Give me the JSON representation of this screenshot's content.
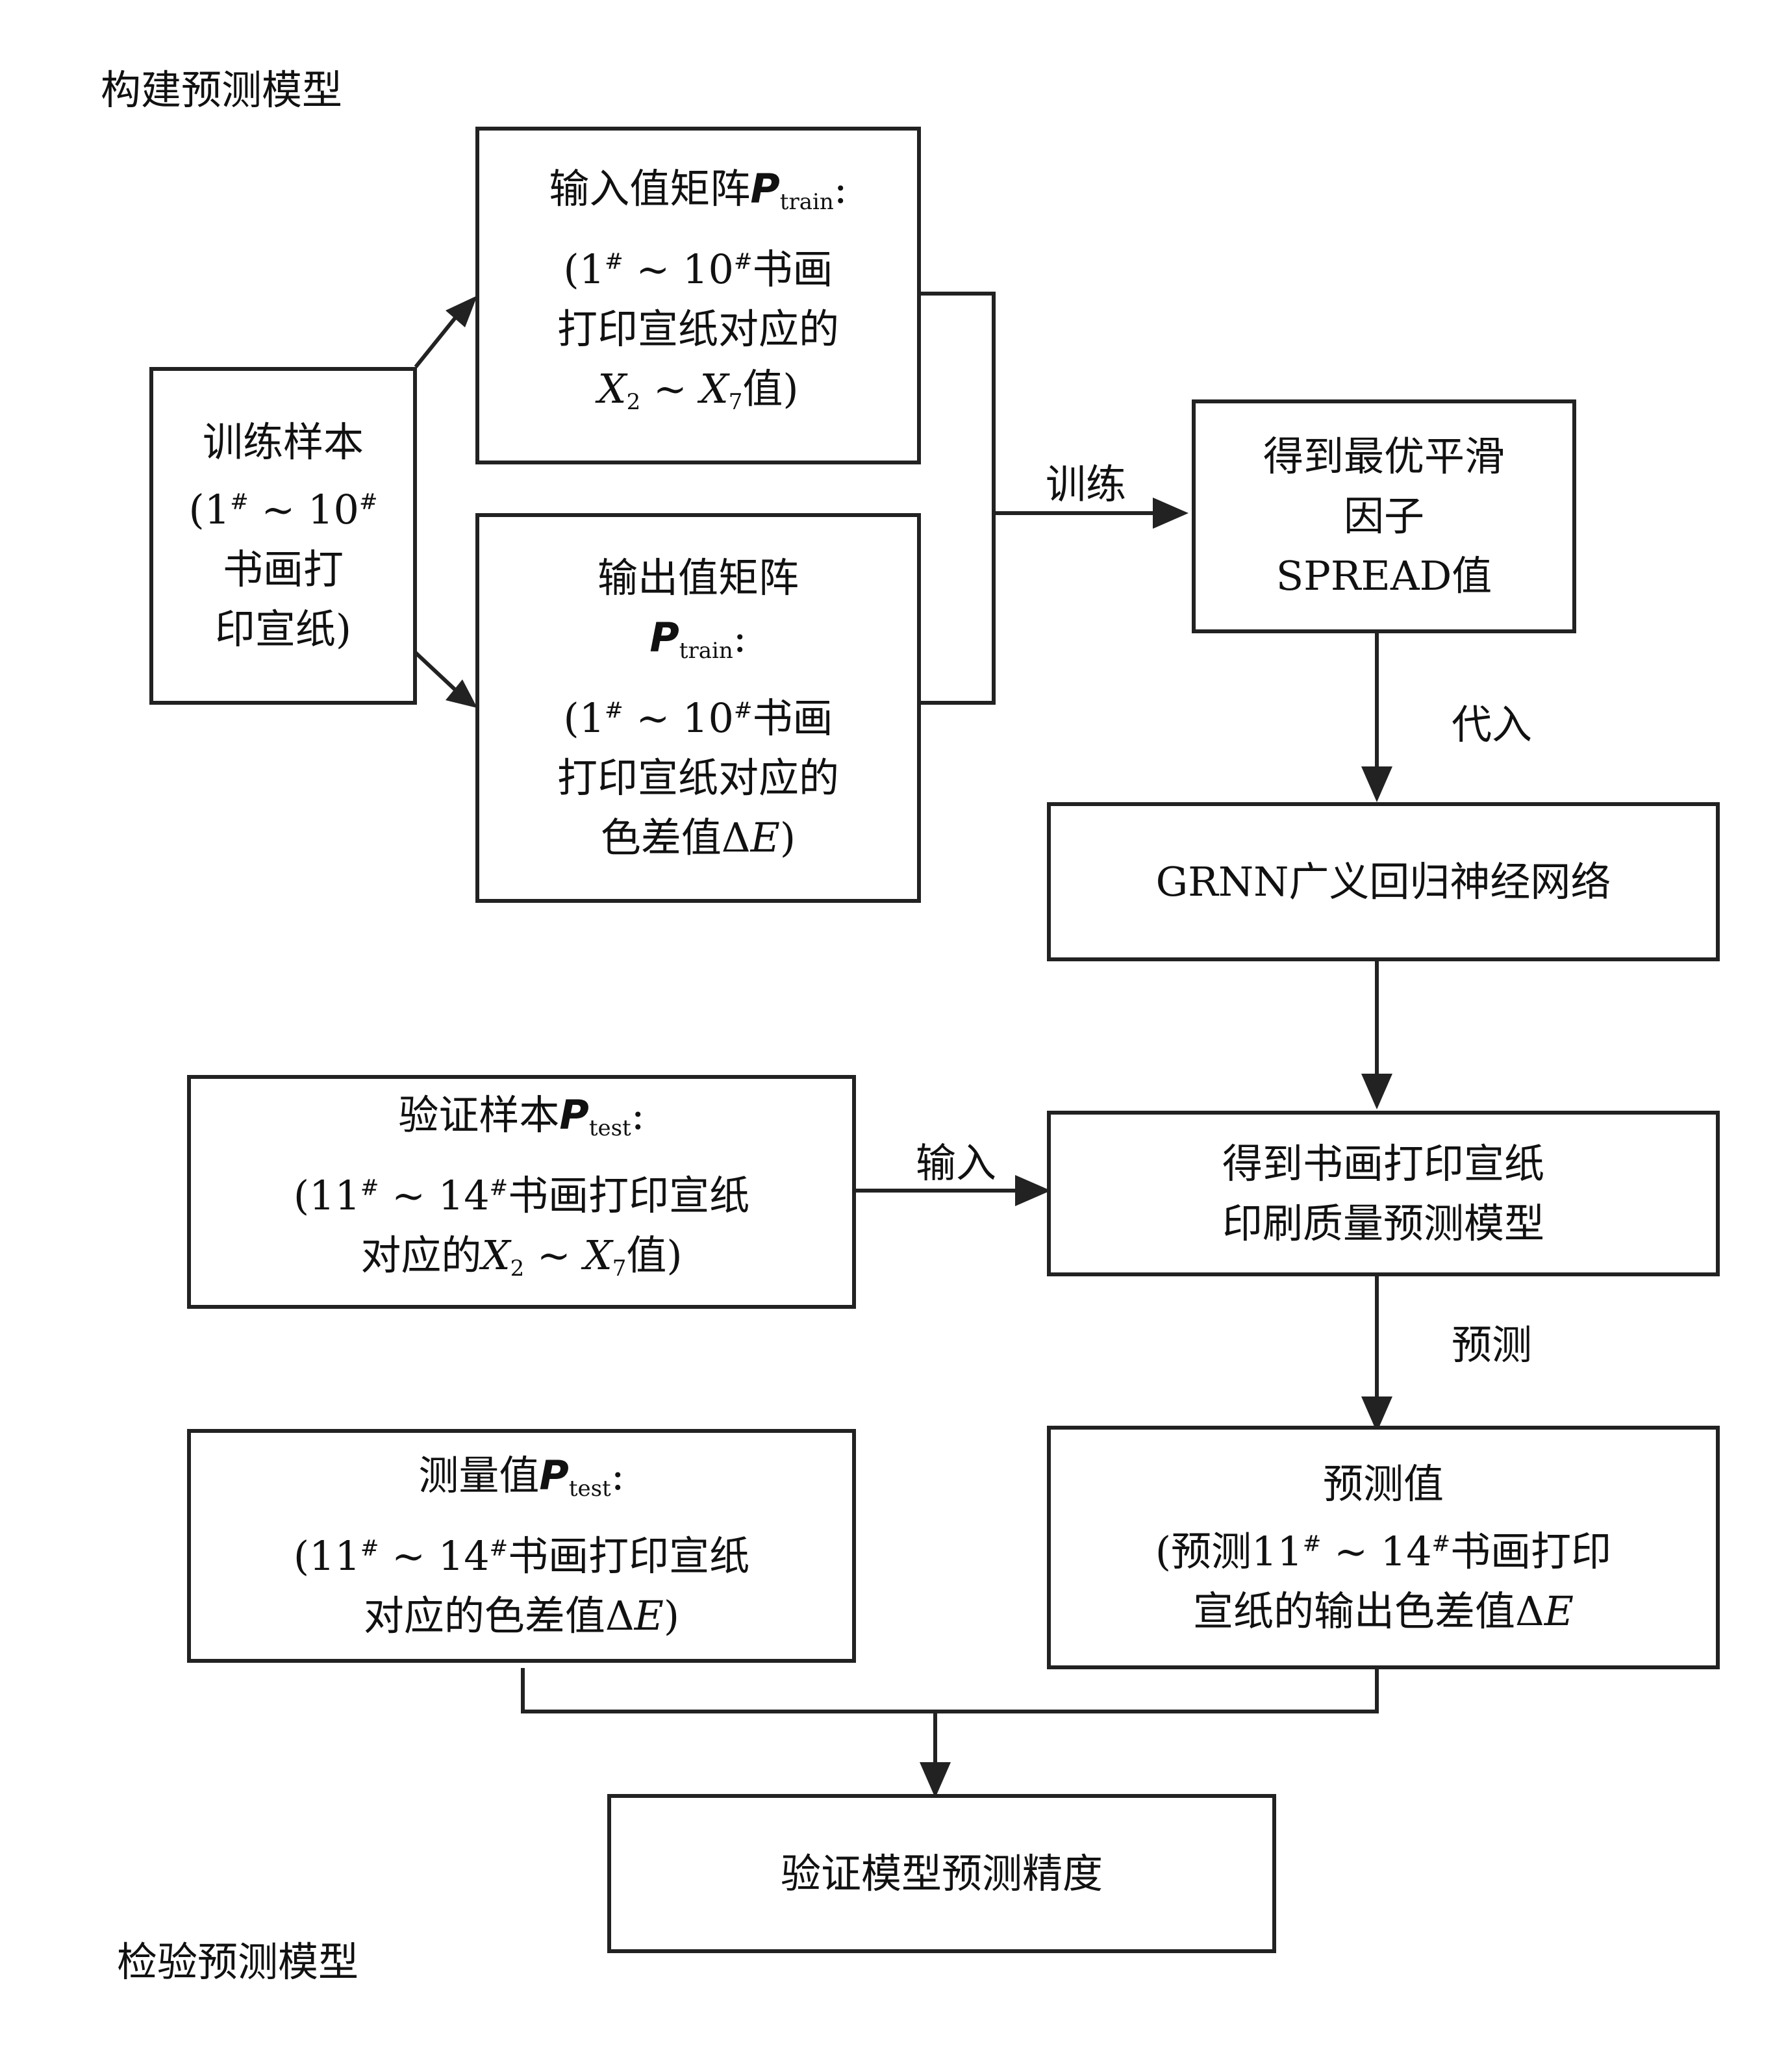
{
  "sections": {
    "build": "构建预测模型",
    "test": "检验预测模型"
  },
  "nodes": {
    "training_sample": {
      "l1": "训练样本",
      "l2a": "(1",
      "l2b": " ~ 10",
      "l3": "书画打",
      "l4": "印宣纸)"
    },
    "input_matrix": {
      "l1": "输入值矩阵",
      "l1sym": "P",
      "l1sub": "train",
      "l1tail": ":",
      "l2a": "(1",
      "l2b": " ~ 10",
      "l2c": "书画",
      "l3": "打印宣纸对应的",
      "l4a": "X",
      "l4b": "2",
      "l4c": " ~ ",
      "l4d": "X",
      "l4e": "7",
      "l4f": "值)"
    },
    "output_matrix": {
      "l1": "输出值矩阵",
      "l2sym": "P",
      "l2sub": "train",
      "l2tail": ":",
      "l3a": "(1",
      "l3b": " ~ 10",
      "l3c": "书画",
      "l4": "打印宣纸对应的",
      "l5a": "色差值Δ",
      "l5b": "E",
      "l5c": ")"
    },
    "spread": {
      "l1": "得到最优平滑",
      "l2": "因子",
      "l3": "SPREAD值"
    },
    "grnn": {
      "l1": "GRNN广义回归神经网络"
    },
    "validation_sample": {
      "l1": "验证样本",
      "l1sym": "P",
      "l1sub": "test",
      "l1tail": ":",
      "l2a": "(11",
      "l2b": " ~ 14",
      "l2c": "书画打印宣纸",
      "l3a": "对应的",
      "l3b": "X",
      "l3c": "2",
      "l3d": " ~ ",
      "l3e": "X",
      "l3f": "7",
      "l3g": "值)"
    },
    "model": {
      "l1": "得到书画打印宣纸",
      "l2": "印刷质量预测模型"
    },
    "measured": {
      "l1": "测量值",
      "l1sym": "P",
      "l1sub": "test",
      "l1tail": ":",
      "l2a": "(11",
      "l2b": " ~ 14",
      "l2c": "书画打印宣纸",
      "l3a": "对应的色差值Δ",
      "l3b": "E",
      "l3c": ")"
    },
    "predicted": {
      "l1": "预测值",
      "l2a": "(预测11",
      "l2b": " ~ 14",
      "l2c": "书画打印",
      "l3a": "宣纸的输出色差值Δ",
      "l3b": "E"
    },
    "accuracy": {
      "l1": "验证模型预测精度"
    }
  },
  "hash": "#",
  "edges": {
    "train": "训练",
    "substitute": "代入",
    "input": "输入",
    "predict": "预测"
  }
}
